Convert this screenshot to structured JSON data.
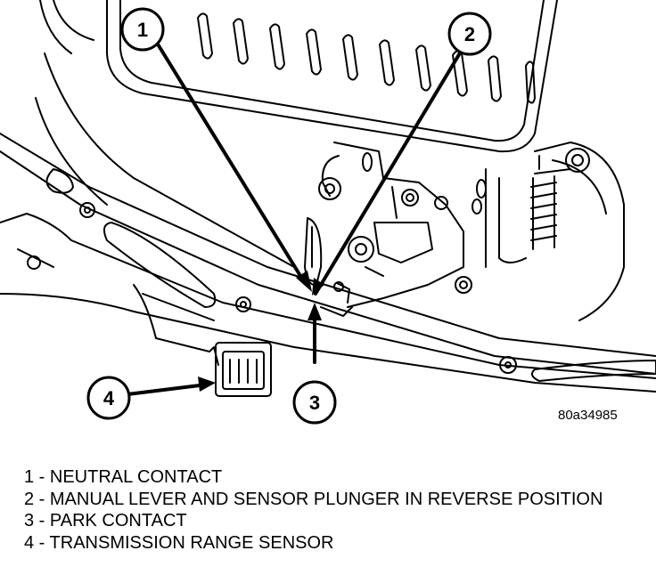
{
  "figure_id": "80a34985",
  "callouts": [
    {
      "number": "1"
    },
    {
      "number": "2"
    },
    {
      "number": "3"
    },
    {
      "number": "4"
    }
  ],
  "legend": [
    "1 - NEUTRAL CONTACT",
    "2 - MANUAL LEVER AND SENSOR PLUNGER IN REVERSE POSITION",
    "3 - PARK CONTACT",
    "4 - TRANSMISSION RANGE SENSOR"
  ]
}
